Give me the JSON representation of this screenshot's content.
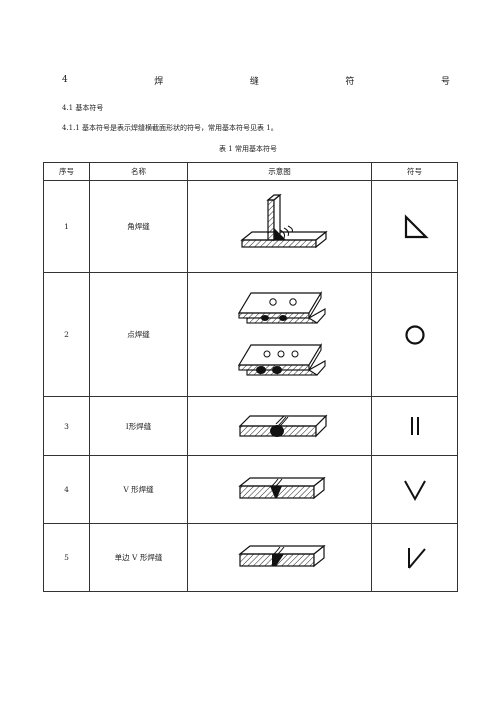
{
  "heading": {
    "number": "4",
    "chars": [
      "焊",
      "缝",
      "符",
      "号"
    ]
  },
  "section_title": "4.1 基本符号",
  "intro": "4.1.1 基本符号是表示焊缝横截面形状的符号，常用基本符号见表 1。",
  "table_caption": "表 1 常用基本符号",
  "table": {
    "headers": [
      "序号",
      "名称",
      "示意图",
      "符号"
    ],
    "rows": [
      {
        "no": "1",
        "name": "角焊缝",
        "diagram_icon": "fillet-weld-diagram-icon",
        "symbol_icon": "fillet-triangle-symbol-icon"
      },
      {
        "no": "2",
        "name": "点焊缝",
        "diagram_icon": "spot-weld-diagram-icon",
        "symbol_icon": "circle-symbol-icon"
      },
      {
        "no": "3",
        "name": "Ⅰ形焊缝",
        "diagram_icon": "i-groove-weld-diagram-icon",
        "symbol_icon": "double-bar-symbol-icon"
      },
      {
        "no": "4",
        "name": "V 形焊缝",
        "diagram_icon": "v-groove-weld-diagram-icon",
        "symbol_icon": "v-symbol-icon"
      },
      {
        "no": "5",
        "name": "单边 V 形焊缝",
        "diagram_icon": "single-bevel-weld-diagram-icon",
        "symbol_icon": "bevel-symbol-icon"
      }
    ]
  }
}
